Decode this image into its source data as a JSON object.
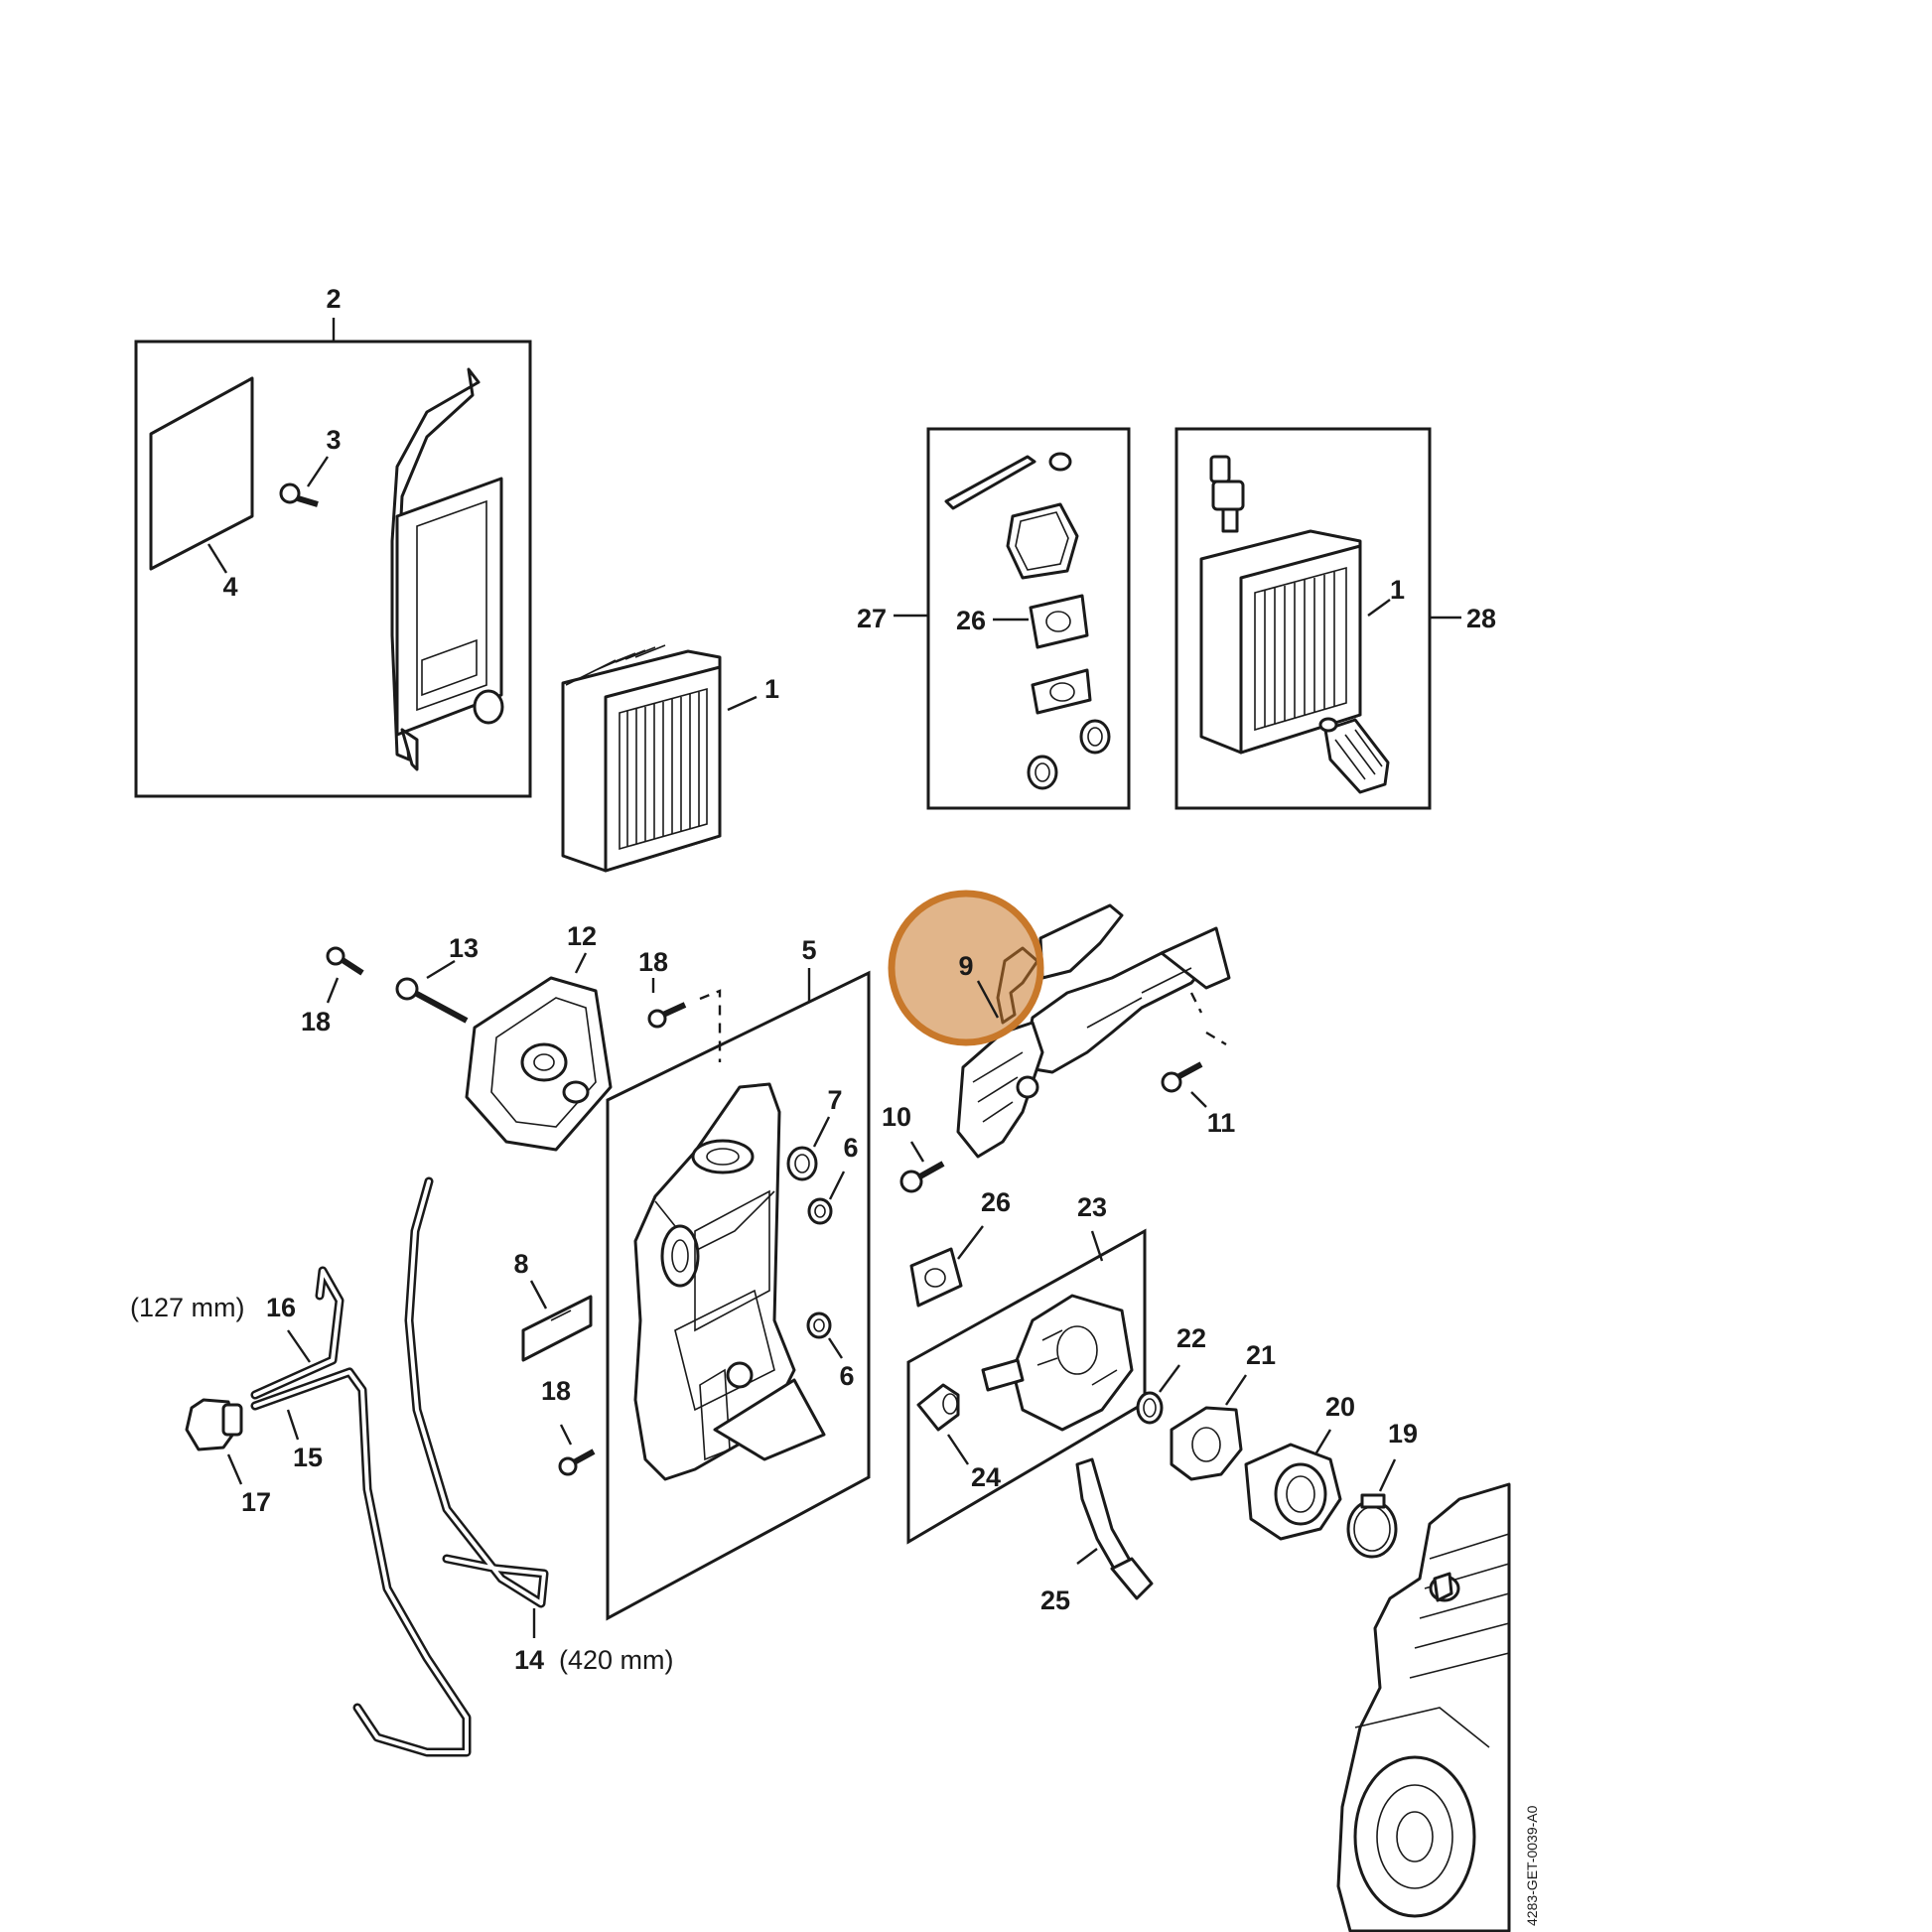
{
  "labels": {
    "n1": "1",
    "n1b": "1",
    "n2": "2",
    "n3": "3",
    "n4": "4",
    "n5": "5",
    "n6a": "6",
    "n6b": "6",
    "n7": "7",
    "n8": "8",
    "n9": "9",
    "n10": "10",
    "n11": "11",
    "n12": "12",
    "n13": "13",
    "n14": "14",
    "n14_size": "(420 mm)",
    "n15": "15",
    "n16": "16",
    "n16_size": "(127 mm)",
    "n17": "17",
    "n18a": "18",
    "n18b": "18",
    "n18c": "18",
    "n19": "19",
    "n20": "20",
    "n21": "21",
    "n22": "22",
    "n23": "23",
    "n24": "24",
    "n25": "25",
    "n26a": "26",
    "n26b": "26",
    "n27": "27",
    "n28": "28"
  },
  "drawing_code": "4283-GET-0039-A0",
  "highlight": {
    "target": "9",
    "color": "#c8782a"
  }
}
